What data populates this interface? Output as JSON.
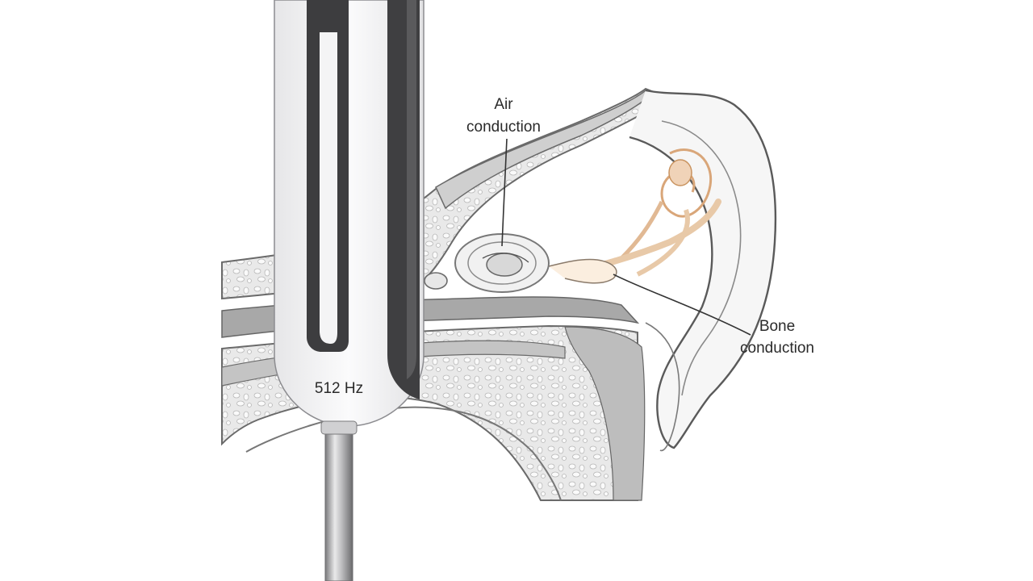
{
  "labels": {
    "air_conduction_line1": "Air",
    "air_conduction_line2": "conduction",
    "bone_conduction_line1": "Bone",
    "bone_conduction_line2": "conduction",
    "tuning_fork_frequency": "512 Hz"
  },
  "colors": {
    "background": "#ffffff",
    "fork_metal_light": "#f4f4f5",
    "fork_metal_dark": "#3a3a3a",
    "bone_gray": "#c9c9c9",
    "canal_gray": "#a9a9a9",
    "outline": "#555555",
    "ossicle_peach": "#e8c9a8"
  }
}
